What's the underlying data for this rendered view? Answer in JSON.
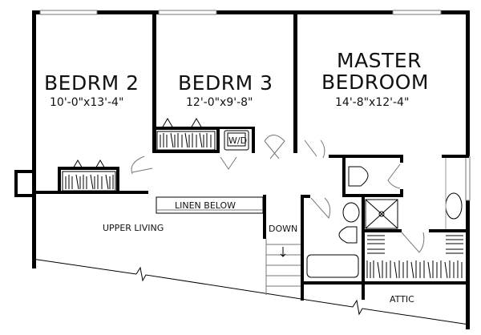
{
  "plan": {
    "rooms": [
      {
        "name": "BEDRM 2",
        "size": "10'-0\"x13'-4\""
      },
      {
        "name": "BEDRM 3",
        "size": "12'-0\"x9'-8\""
      },
      {
        "name": "MASTER",
        "name2": "BEDROOM",
        "size": "14'-8\"x12'-4\""
      }
    ],
    "labels": {
      "washer_dryer": "W/D",
      "linen": "LINEN BELOW",
      "upper_living": "UPPER LIVING",
      "stairs": "DOWN",
      "attic": "ATTIC"
    }
  }
}
